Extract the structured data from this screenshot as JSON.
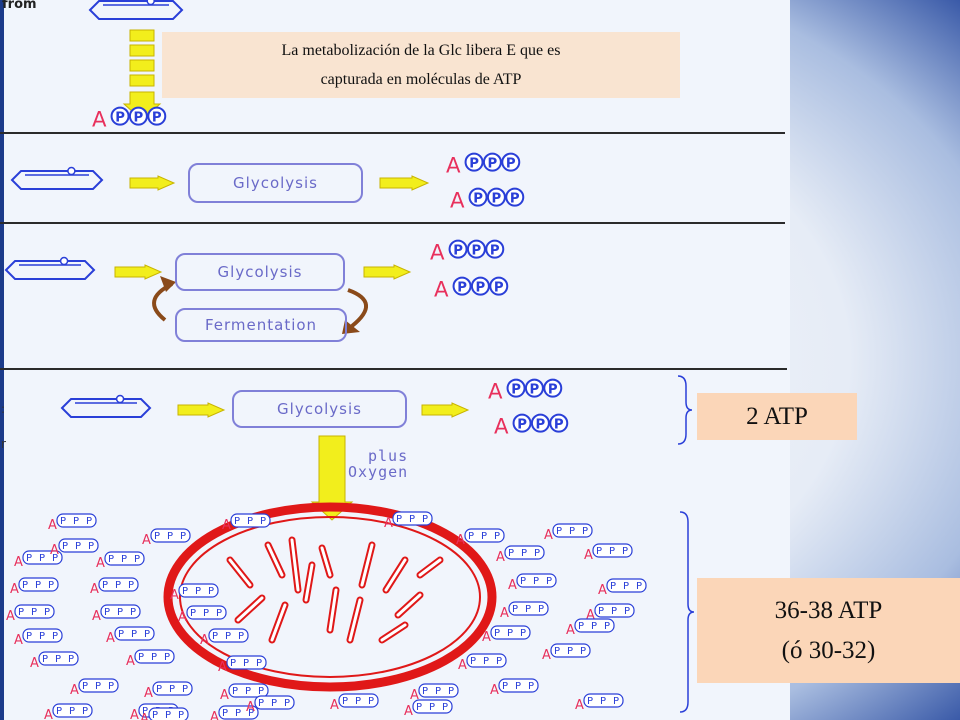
{
  "header": {
    "from_label": "from",
    "note_line1": "La metabolización de  la Glc libera E que es",
    "note_line2": "capturada en moléculas de  ATP"
  },
  "steps": {
    "glycolysis_1": "Glycolysis",
    "glycolysis_2": "Glycolysis",
    "fermentation": "Fermentation",
    "glycolysis_3": "Glycolysis",
    "plus_label": "plus",
    "oxygen_label": "Oxygen"
  },
  "atp_units": {
    "adenosine": "A",
    "phosphate": "P"
  },
  "atp_labels": {
    "glycolysis_yield": "2 ATP",
    "aerobic_yield": "36-38 ATP",
    "aerobic_yield_alt": "(ó 30-32)"
  },
  "colors": {
    "glucose_outline": "#2a3fd8",
    "atp_outline": "#2a3fd8",
    "adenosine": "#e8305c",
    "yellow_arrow": "#f2ee1c",
    "arrow_outline": "#c8b400",
    "mitochondrion_red": "#e01818",
    "recycle_arrow": "#8a4a1a",
    "label_box": "#fbd6b8",
    "note_box": "#f9e4d1"
  }
}
